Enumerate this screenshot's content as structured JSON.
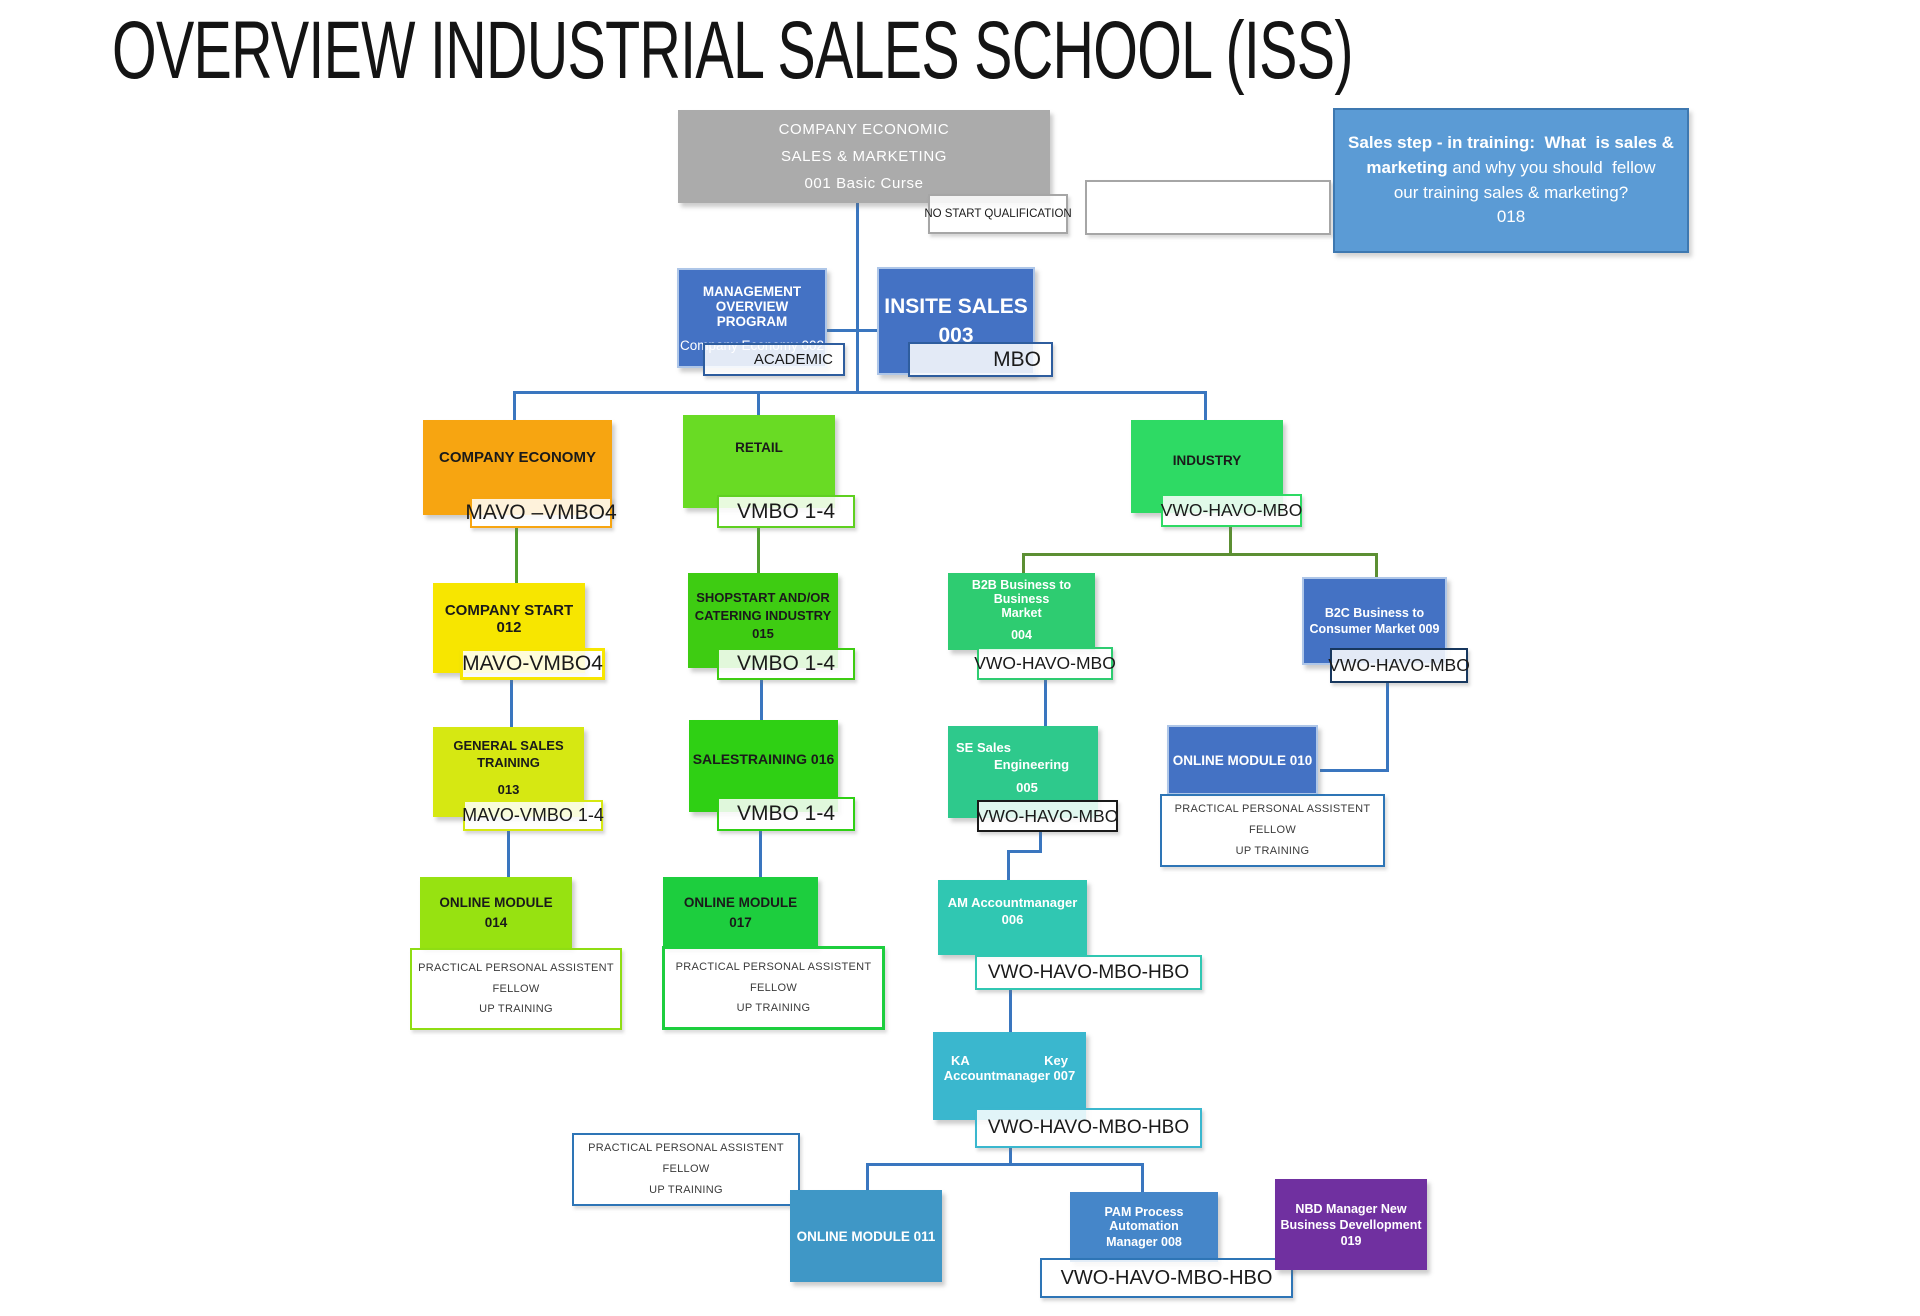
{
  "title": "OVERVIEW INDUSTRIAL SALES SCHOOL (ISS)",
  "callout": {
    "l1": "Sales step - in training:  What  is sales &",
    "l2b": "marketing",
    "l2r": " and why you should  fellow",
    "l3": "our training sales & marketing?",
    "l4": "018",
    "bg": "#5B9BD5",
    "border": "#3E78B0"
  },
  "practical": {
    "l1": "PRACTICAL PERSONAL ASSISTENT FELLOW",
    "l2": "UP  TRAINING"
  },
  "nodes": {
    "basic": {
      "l1": "COMPANY ECONOMIC",
      "l2": "SALES & MARKETING",
      "l3": "001 Basic Curse",
      "bg": "#ABABAB"
    },
    "no_start": {
      "text": "NO START QUALIFICATION",
      "border": "#A6A6A6"
    },
    "empty_box": {
      "border": "#A6A6A6"
    },
    "mgmt": {
      "l1": "MANAGEMENT",
      "l2": "OVERVIEW PROGRAM",
      "sub": "Company Economy 002",
      "bg": "#4472C4",
      "tag": "ACADEMIC",
      "tag_border": "#2E5D9E"
    },
    "insite": {
      "l1": "INSITE SALES",
      "l2": "003",
      "bg": "#4472C4",
      "tag": "MBO",
      "tag_border": "#2E5D9E"
    },
    "company_economy": {
      "t": "COMPANY ECONOMY",
      "bg": "#F7A511",
      "tag": "MAVO –VMBO4",
      "tag_border": "#F7A511"
    },
    "retail": {
      "t": "RETAIL",
      "bg": "#69DB24",
      "tag": "VMBO 1-4",
      "tag_border": "#5FD020"
    },
    "industry": {
      "t": "INDUSTRY",
      "bg": "#2EDA64",
      "tag": "VWO-HAVO-MBO",
      "tag_border": "#2EDA64"
    },
    "company_start": {
      "t": "COMPANY START 012",
      "bg": "#F7E600",
      "tag": "MAVO-VMBO4",
      "tag_border": "#F7E600"
    },
    "shopstart": {
      "l1": "SHOPSTART AND/OR",
      "l2": "CATERING INDUSTRY",
      "l3": "015",
      "bg": "#3ECC12",
      "tag": "VMBO 1-4",
      "tag_border": "#3ECC12"
    },
    "b2b": {
      "l1": "B2B Business  to Business",
      "l2": "Market",
      "l3": "004",
      "bg": "#2ECC71",
      "tag": "VWO-HAVO-MBO",
      "tag_border": "#2ECC71"
    },
    "b2c": {
      "l1": "B2C Business  to",
      "l2": "Consumer Market 009",
      "bg": "#4472C4",
      "tag": "VWO-HAVO-MBO",
      "tag_border": "#17375E"
    },
    "general_sales": {
      "l1": "GENERAL SALES",
      "l2": "TRAINING",
      "l3": "013",
      "bg": "#D6E812",
      "tag": "MAVO-VMBO 1-4",
      "tag_border": "#D6E812"
    },
    "salestraining": {
      "t": "SALESTRAINING 016",
      "bg": "#2FD014",
      "tag": "VMBO 1-4",
      "tag_border": "#2FD014"
    },
    "se": {
      "l1": "SE Sales",
      "l2": "Engineering",
      "l3": "005",
      "bg": "#2EC98C",
      "tag": "VWO-HAVO-MBO",
      "tag_border": "#1A1A1A"
    },
    "om010": {
      "t": "ONLINE MODULE 010",
      "bg": "#4472C4",
      "practical_border": "#2E75B6"
    },
    "om014": {
      "l1": "ONLINE MODULE",
      "l2": "014",
      "bg": "#97E211",
      "practical_border": "#8FDD13"
    },
    "om017": {
      "l1": "ONLINE MODULE",
      "l2": "017",
      "bg": "#1DCE3E",
      "practical_border": "#1DCE3E"
    },
    "am": {
      "l1": "AM Accountmanager",
      "l2": "006",
      "bg": "#30C7B2",
      "tag": "VWO-HAVO-MBO-HBO",
      "tag_border": "#30C7B2"
    },
    "ka": {
      "l1a": "KA",
      "l1b": "Key",
      "l2": "Accountmanager 007",
      "bg": "#3AB7CE",
      "tag": "VWO-HAVO-MBO-HBO",
      "tag_border": "#3AB7CE"
    },
    "practical_bottom": {
      "border": "#2E75B6"
    },
    "om011": {
      "t": "ONLINE MODULE 011",
      "bg": "#3F97C6"
    },
    "pam": {
      "l1": "PAM Process Automation",
      "l2": "Manager 008",
      "bg": "#4586C9",
      "tag": "VWO-HAVO-MBO-HBO",
      "tag_border": "#2E75B6"
    },
    "nbd": {
      "l1": "NBD Manager New",
      "l2": "Business  Devellopment",
      "l3": "019",
      "bg": "#7030A0"
    }
  },
  "connectors": {
    "blue": "#3A76BF",
    "green": "#4F9E2F",
    "olive": "#5C8F33"
  }
}
